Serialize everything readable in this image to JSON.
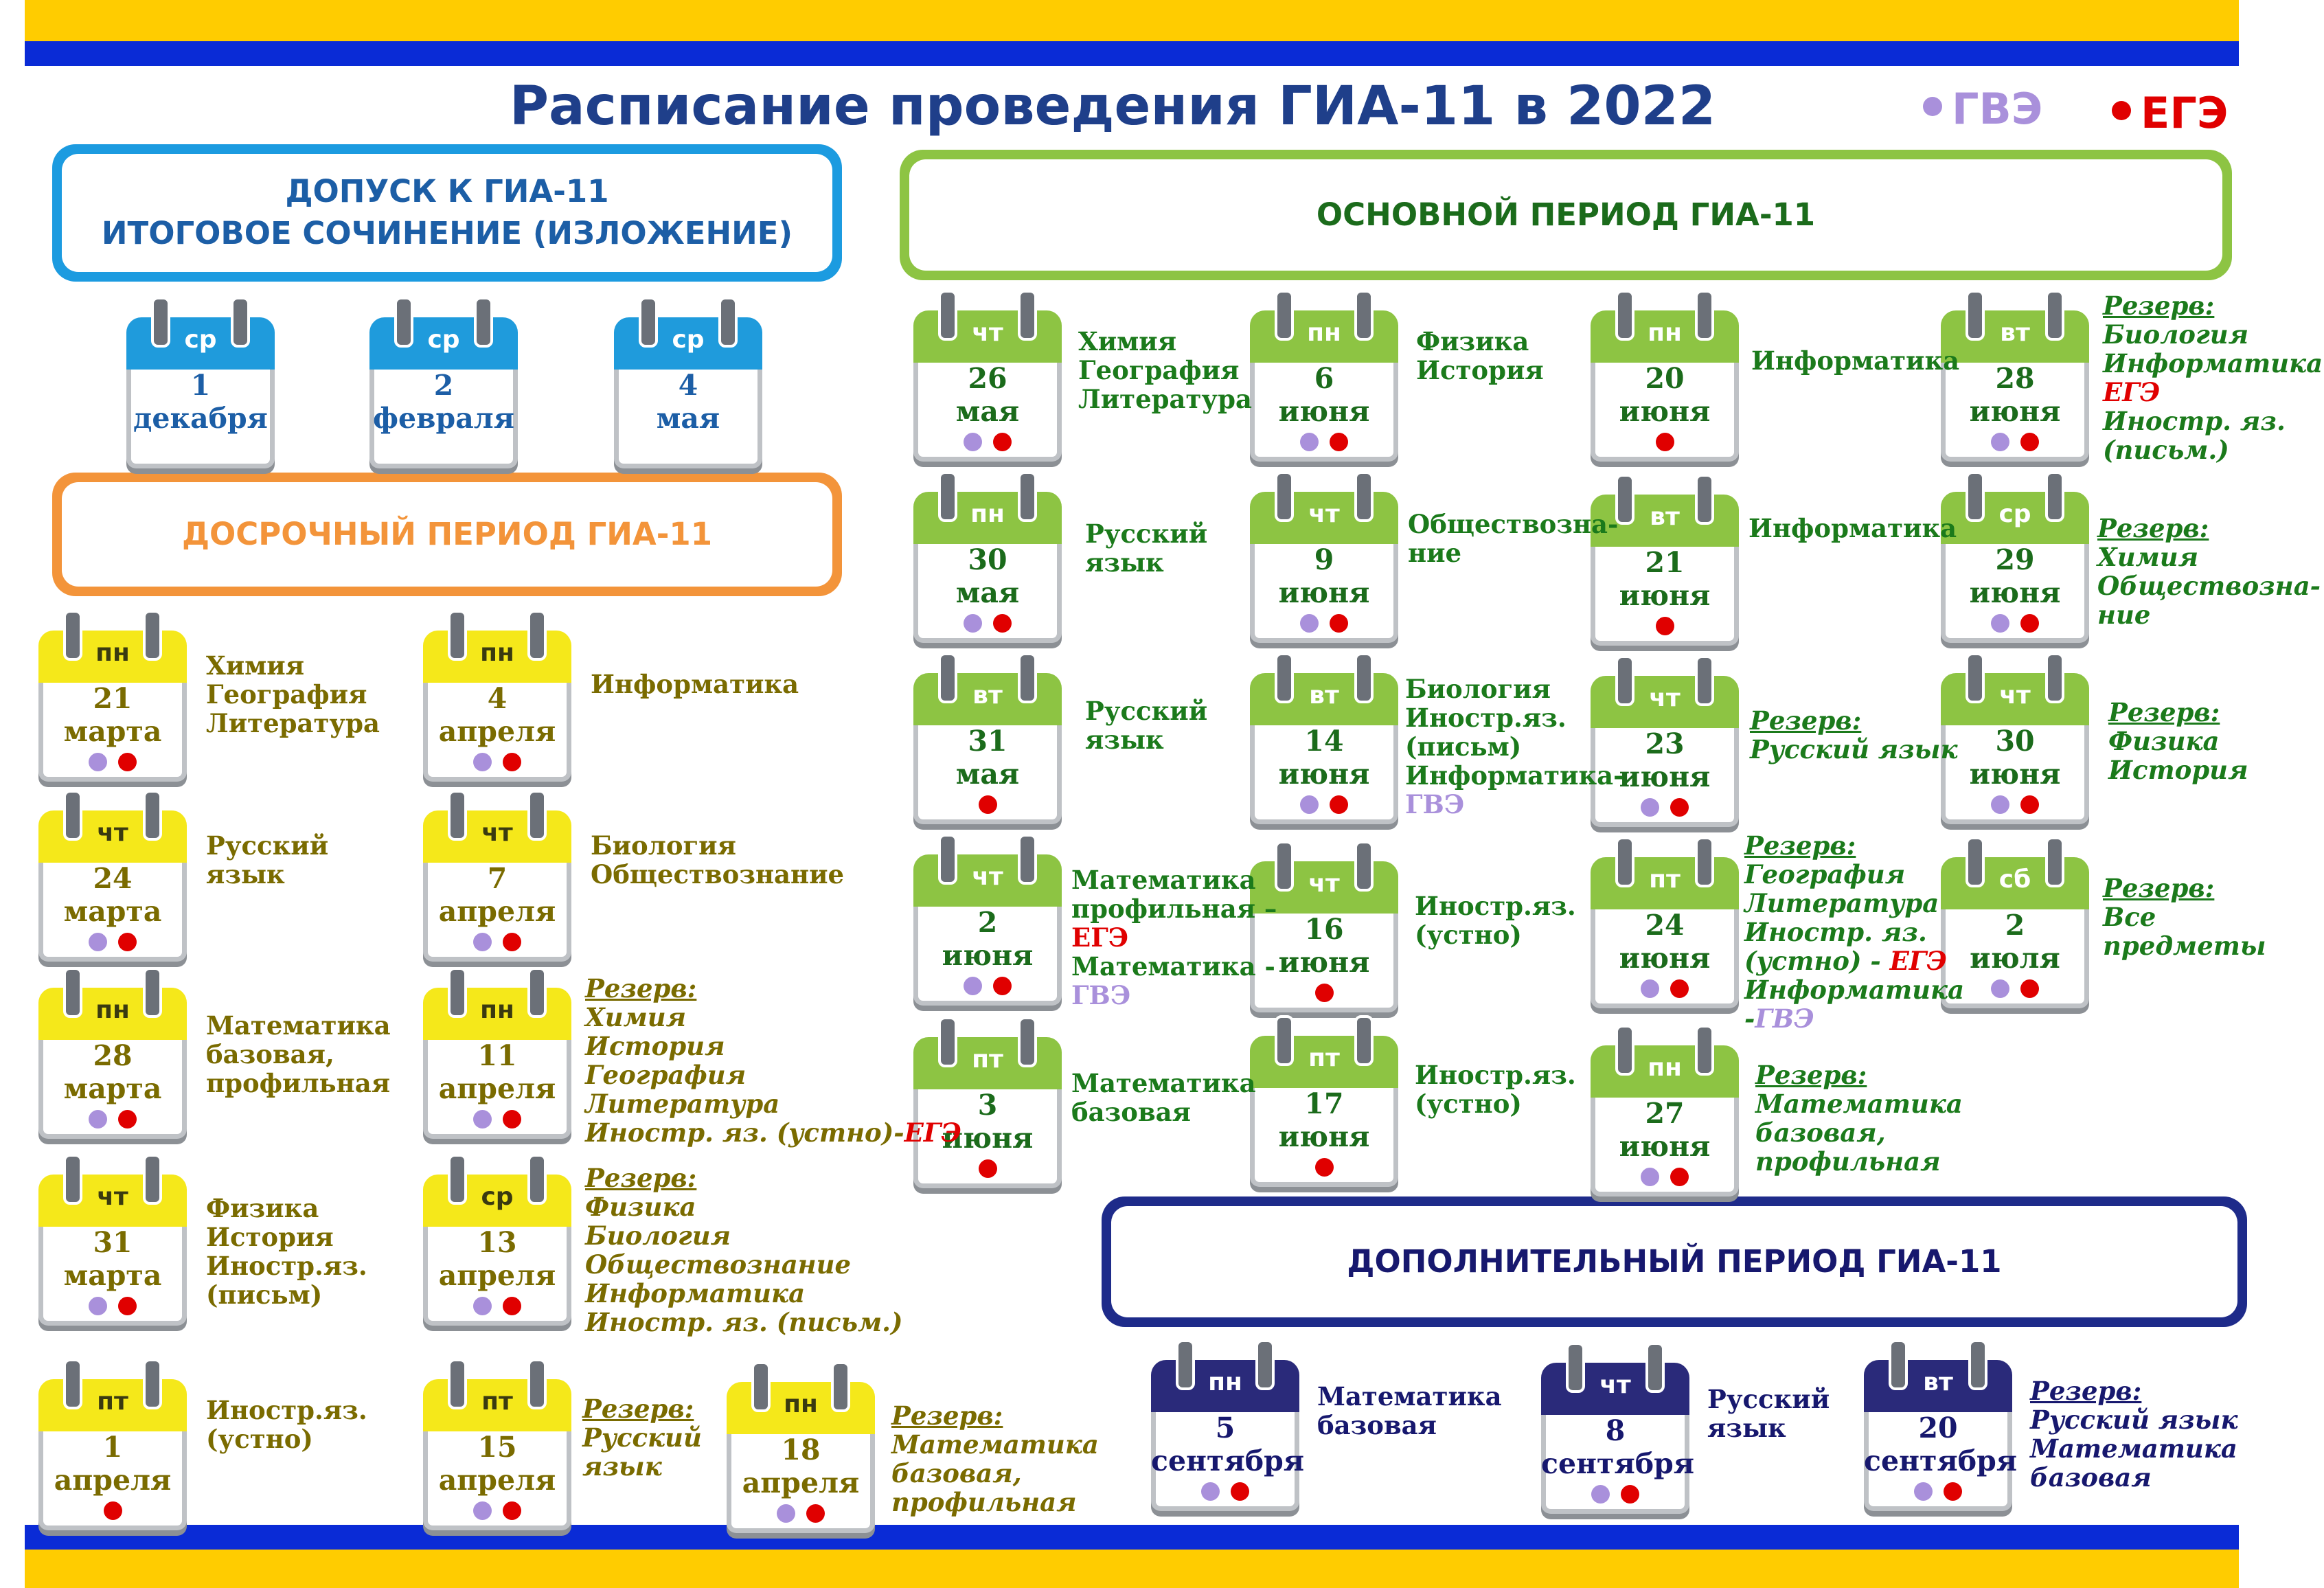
{
  "title": "Расписание проведения ГИА-11 в 2022 году",
  "legend": {
    "gve_label": "ГВЭ",
    "ege_label": "ЕГЭ",
    "gve_color": "#A990DB",
    "ege_color": "#E00000"
  },
  "sections": {
    "dopusk": {
      "line1": "ДОПУСК К ГИА-11",
      "line2": "ИТОГОВОЕ СОЧИНЕНИЕ (ИЗЛОЖЕНИЕ)"
    },
    "dosrochny": "ДОСРОЧНЫЙ ПЕРИОД ГИА-11",
    "osnovnoy": "ОСНОВНОЙ ПЕРИОД ГИА-11",
    "dop": "ДОПОЛНИТЕЛЬНЫЙ ПЕРИОД ГИА-11"
  },
  "dopusk_dates": [
    {
      "wd": "ср",
      "day": "1",
      "mon": "декабря"
    },
    {
      "wd": "ср",
      "day": "2",
      "mon": "февраля"
    },
    {
      "wd": "ср",
      "day": "4",
      "mon": "мая"
    }
  ],
  "early": [
    {
      "wd": "пн",
      "day": "21",
      "mon": "марта",
      "lines": [
        "Химия",
        "География",
        "Литература"
      ]
    },
    {
      "wd": "чт",
      "day": "24",
      "mon": "марта",
      "lines": [
        "Русский",
        "язык"
      ]
    },
    {
      "wd": "пн",
      "day": "28",
      "mon": "марта",
      "lines": [
        "Математика",
        "базовая,",
        "профильная"
      ]
    },
    {
      "wd": "чт",
      "day": "31",
      "mon": "марта",
      "lines": [
        "Физика",
        "История",
        "Иностр.яз.",
        "(письм)"
      ]
    },
    {
      "wd": "пт",
      "day": "1",
      "mon": "апреля",
      "lines": [
        "Иностр.яз.",
        "(устно)"
      ]
    },
    {
      "wd": "пн",
      "day": "4",
      "mon": "апреля",
      "lines": [
        "Информатика"
      ]
    },
    {
      "wd": "чт",
      "day": "7",
      "mon": "апреля",
      "lines": [
        "Биология",
        "Обществознание"
      ]
    },
    {
      "wd": "пн",
      "day": "11",
      "mon": "апреля",
      "reserve": "Резерв:",
      "lines": [
        "Химия",
        "История",
        "География",
        "Литература"
      ],
      "tail": "Иностр. яз. (устно)-",
      "tail_ege": "ЕГЭ"
    },
    {
      "wd": "ср",
      "day": "13",
      "mon": "апреля",
      "reserve": "Резерв:",
      "lines": [
        "Физика",
        "Биология",
        "Обществознание",
        "Информатика",
        "Иностр. яз. (письм.)"
      ]
    },
    {
      "wd": "пт",
      "day": "15",
      "mon": "апреля",
      "reserve": "Резерв:",
      "lines": [
        "Русский",
        "язык"
      ]
    },
    {
      "wd": "пн",
      "day": "18",
      "mon": "апреля",
      "reserve": "Резерв:",
      "lines": [
        "Математика",
        "базовая,",
        "профильная"
      ]
    }
  ],
  "main": [
    {
      "wd": "чт",
      "day": "26",
      "mon": "мая",
      "lines": [
        "Химия",
        "География",
        "Литература"
      ]
    },
    {
      "wd": "пн",
      "day": "30",
      "mon": "мая",
      "lines": [
        "Русский",
        "язык"
      ]
    },
    {
      "wd": "вт",
      "day": "31",
      "mon": "мая",
      "lines": [
        "Русский",
        "язык"
      ]
    },
    {
      "wd": "чт",
      "day": "2",
      "mon": "июня",
      "lines": [
        "Математика",
        "профильная –"
      ],
      "l_ege": "ЕГЭ",
      "l2": "Математика -",
      "l_gve": "ГВЭ"
    },
    {
      "wd": "пт",
      "day": "3",
      "mon": "июня",
      "lines": [
        "Математика",
        "базовая"
      ]
    },
    {
      "wd": "пн",
      "day": "6",
      "mon": "июня",
      "lines": [
        "Физика",
        "История"
      ]
    },
    {
      "wd": "чт",
      "day": "9",
      "mon": "июня",
      "lines": [
        "Обществозна-",
        "ние"
      ]
    },
    {
      "wd": "вт",
      "day": "14",
      "mon": "июня",
      "lines": [
        "Биология",
        "Иностр.яз.",
        "(письм)",
        "Информатика-"
      ],
      "l_gve": "ГВЭ"
    },
    {
      "wd": "чт",
      "day": "16",
      "mon": "июня",
      "lines": [
        "Иностр.яз.",
        "(устно)"
      ]
    },
    {
      "wd": "пт",
      "day": "17",
      "mon": "июня",
      "lines": [
        "Иностр.яз.",
        "(устно)"
      ]
    },
    {
      "wd": "пн",
      "day": "20",
      "mon": "июня",
      "lines": [
        "Информатика"
      ]
    },
    {
      "wd": "вт",
      "day": "21",
      "mon": "июня",
      "lines": [
        "Информатика"
      ]
    },
    {
      "wd": "чт",
      "day": "23",
      "mon": "июня",
      "reserve": "Резерв:",
      "lines": [
        "Русский язык"
      ]
    },
    {
      "wd": "пт",
      "day": "24",
      "mon": "июня",
      "reserve": "Резерв:",
      "lines": [
        "География",
        "Литература",
        "Иностр. яз."
      ],
      "l_ege_pre": "(устно) - ",
      "l_ege": "ЕГЭ",
      "l2": "Информатика",
      "l_gve_pre": "-",
      "l_gve": "ГВЭ"
    },
    {
      "wd": "пн",
      "day": "27",
      "mon": "июня",
      "reserve": "Резерв:",
      "lines": [
        "Математика",
        "базовая,",
        "профильная"
      ]
    },
    {
      "wd": "вт",
      "day": "28",
      "mon": "июня",
      "reserve": "Резерв:",
      "lines": [
        "Биология",
        "Информатика -"
      ],
      "l_ege": "ЕГЭ",
      "l2": "Иностр. яз.",
      "l3": "(письм.)"
    },
    {
      "wd": "ср",
      "day": "29",
      "mon": "июня",
      "reserve": "Резерв:",
      "lines": [
        "Химия",
        "Обществозна-",
        "ние"
      ]
    },
    {
      "wd": "чт",
      "day": "30",
      "mon": "июня",
      "reserve": "Резерв:",
      "lines": [
        "Физика",
        "История"
      ]
    },
    {
      "wd": "сб",
      "day": "2",
      "mon": "июля",
      "reserve": "Резерв:",
      "lines": [
        "Все",
        "предметы"
      ]
    }
  ],
  "additional": [
    {
      "wd": "пн",
      "day": "5",
      "mon": "сентября",
      "lines": [
        "Математика",
        "базовая"
      ]
    },
    {
      "wd": "чт",
      "day": "8",
      "mon": "сентября",
      "lines": [
        "Русский",
        "язык"
      ]
    },
    {
      "wd": "вт",
      "day": "20",
      "mon": "сентября",
      "reserve": "Резерв:",
      "lines": [
        "Русский язык",
        "Математика",
        "базовая"
      ]
    }
  ]
}
